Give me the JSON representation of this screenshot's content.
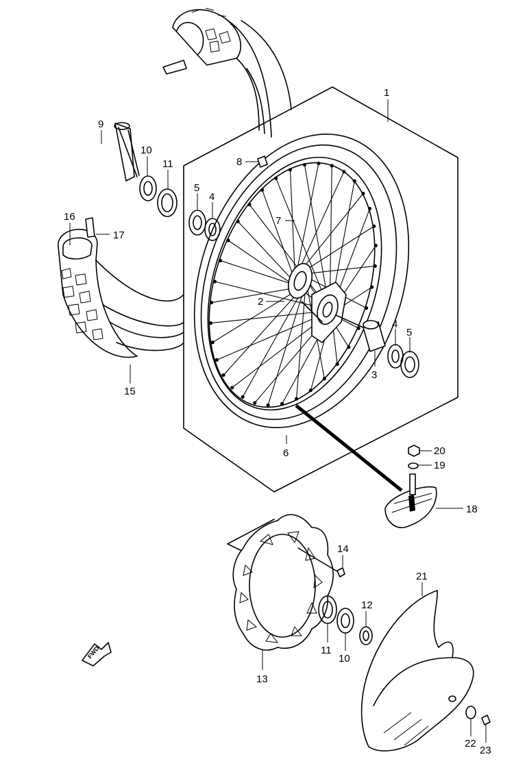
{
  "diagram": {
    "callouts": [
      {
        "id": "c1",
        "text": "1"
      },
      {
        "id": "c2",
        "text": "2"
      },
      {
        "id": "c3",
        "text": "3"
      },
      {
        "id": "c4a",
        "text": "4"
      },
      {
        "id": "c4b",
        "text": "4"
      },
      {
        "id": "c5a",
        "text": "5"
      },
      {
        "id": "c5b",
        "text": "5"
      },
      {
        "id": "c6",
        "text": "6"
      },
      {
        "id": "c7",
        "text": "7"
      },
      {
        "id": "c8",
        "text": "8"
      },
      {
        "id": "c9",
        "text": "9"
      },
      {
        "id": "c10a",
        "text": "10"
      },
      {
        "id": "c10b",
        "text": "10"
      },
      {
        "id": "c11a",
        "text": "11"
      },
      {
        "id": "c11b",
        "text": "11"
      },
      {
        "id": "c12",
        "text": "12"
      },
      {
        "id": "c13",
        "text": "13"
      },
      {
        "id": "c14",
        "text": "14"
      },
      {
        "id": "c15",
        "text": "15"
      },
      {
        "id": "c16",
        "text": "16"
      },
      {
        "id": "c17",
        "text": "17"
      },
      {
        "id": "c18",
        "text": "18"
      },
      {
        "id": "c19",
        "text": "19"
      },
      {
        "id": "c20",
        "text": "20"
      },
      {
        "id": "c21",
        "text": "21"
      },
      {
        "id": "c22",
        "text": "22"
      },
      {
        "id": "c23",
        "text": "23"
      }
    ],
    "fwd_arrow_text": "FWD"
  }
}
